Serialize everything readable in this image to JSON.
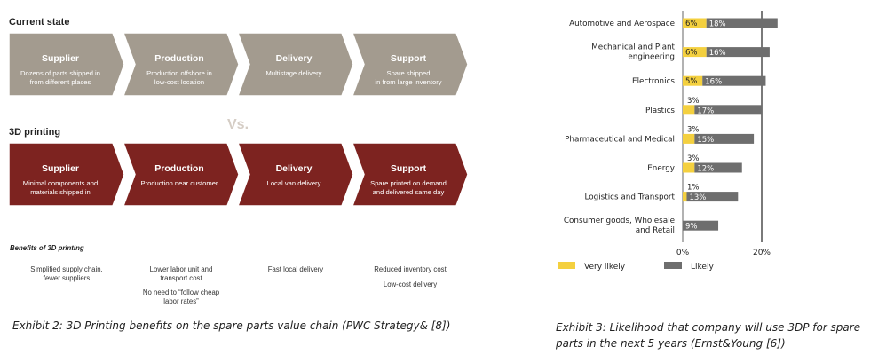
{
  "left": {
    "current_title": "Current state",
    "printing_title": "3D printing",
    "vs_text": "Vs.",
    "current_steps": [
      {
        "title": "Supplier",
        "desc": [
          "Dozens of parts shipped in",
          "from different places"
        ]
      },
      {
        "title": "Production",
        "desc": [
          "Production offshore in",
          "low-cost location"
        ]
      },
      {
        "title": "Delivery",
        "desc": [
          "Multistage delivery"
        ]
      },
      {
        "title": "Support",
        "desc": [
          "Spare shipped",
          "in from large inventory"
        ]
      }
    ],
    "printing_steps": [
      {
        "title": "Supplier",
        "desc": [
          "Minimal components and",
          "materials shipped in"
        ]
      },
      {
        "title": "Production",
        "desc": [
          "Production near customer"
        ]
      },
      {
        "title": "Delivery",
        "desc": [
          "Local van delivery"
        ]
      },
      {
        "title": "Support",
        "desc": [
          "Spare printed on demand",
          "and delivered same day"
        ]
      }
    ],
    "benefits_title": "Benefits of 3D printing",
    "benefits": [
      {
        "lines": [
          "Simplified supply chain,",
          "fewer suppliers"
        ]
      },
      {
        "lines": [
          "Lower labor unit and",
          "transport cost"
        ],
        "lines2": [
          "No need to “follow cheap",
          "labor rates”"
        ]
      },
      {
        "lines": [
          "Fast local delivery"
        ]
      },
      {
        "lines": [
          "Reduced inventory cost"
        ],
        "lines2": [
          "Low-cost delivery"
        ]
      }
    ],
    "caption": "Exhibit 2: 3D Printing benefits on the spare parts value chain (PWC Strategy& [8])",
    "colors": {
      "current": "#a39b8f",
      "printing": "#7d2320",
      "vs": "#d5cdc5"
    }
  },
  "right": {
    "caption_lines": [
      "Exhibit 3: Likelihood that company will use 3DP for spare",
      "parts in the next 5 years (Ernst&Young [6])"
    ]
  },
  "chart_data": {
    "type": "bar",
    "orientation": "horizontal",
    "stacked": true,
    "categories": [
      "Automotive and Aerospace",
      "Mechanical and Plant engineering",
      "Electronics",
      "Plastics",
      "Pharmaceutical and Medical",
      "Energy",
      "Logistics and Transport",
      "Consumer goods, Wholesale and Retail"
    ],
    "category_display_lines": [
      [
        "Automotive and Aerospace"
      ],
      [
        "Mechanical and Plant",
        "engineering"
      ],
      [
        "Electronics"
      ],
      [
        "Plastics"
      ],
      [
        "Pharmaceutical and Medical"
      ],
      [
        "Energy"
      ],
      [
        "Logistics and Transport"
      ],
      [
        "Consumer goods, Wholesale",
        "and Retail"
      ]
    ],
    "series": [
      {
        "name": "Very likely",
        "color": "#f4d03f",
        "values": [
          6,
          6,
          5,
          3,
          3,
          3,
          1,
          0
        ],
        "labels": [
          "6%",
          "6%",
          "5%",
          "3%",
          "3%",
          "3%",
          "1%",
          ""
        ]
      },
      {
        "name": "Likely",
        "color": "#6e6e6e",
        "values": [
          18,
          16,
          16,
          17,
          15,
          12,
          13,
          9
        ],
        "labels": [
          "18%",
          "16%",
          "16%",
          "17%",
          "15%",
          "12%",
          "13%",
          "9%"
        ]
      }
    ],
    "x_ticks": [
      "0%",
      "20%"
    ],
    "x_tick_values": [
      0,
      20
    ],
    "xlim": [
      0,
      26
    ],
    "xlabel": "",
    "ylabel": "",
    "legend_position": "bottom"
  }
}
